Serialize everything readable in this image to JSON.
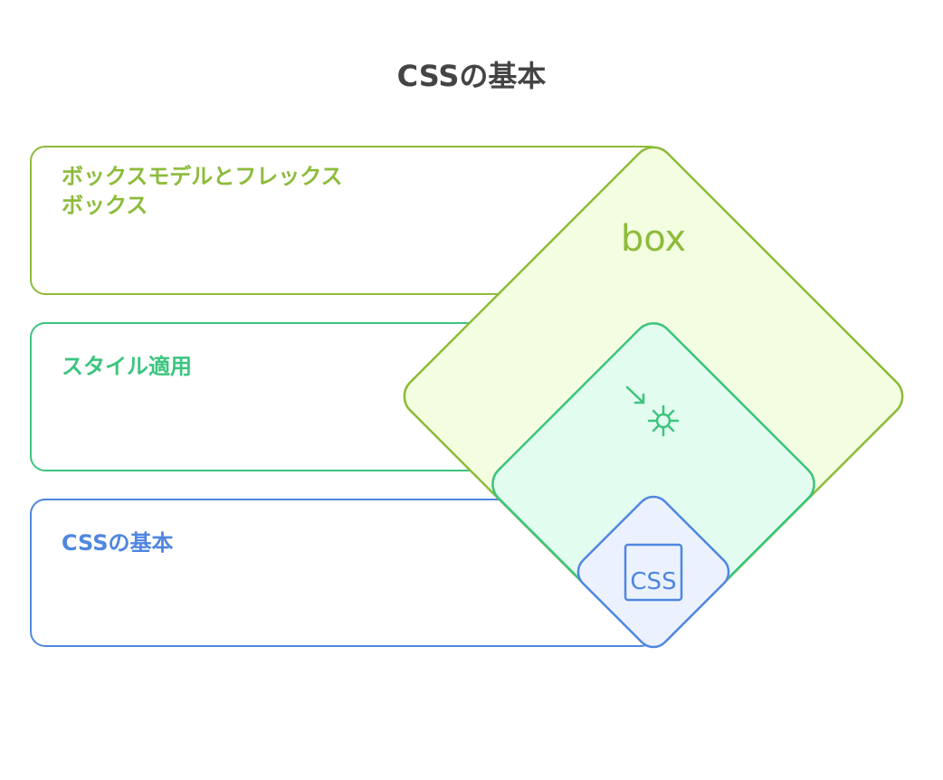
{
  "title": "CSSの基本",
  "layers": [
    {
      "label_lines": [
        "ボックスモデルとフレックス",
        "ボックス"
      ],
      "icon": "box-logo-icon",
      "icon_text": "box",
      "color": "#8dbb3a",
      "fill": "#f3fde0"
    },
    {
      "label_lines": [
        "スタイル適用"
      ],
      "icon": "arrow-asterisk-icon",
      "color": "#3cc47e",
      "fill": "#e2fcef"
    },
    {
      "label_lines": [
        "CSSの基本"
      ],
      "icon": "css-icon",
      "icon_text": "CSS",
      "color": "#4f86e0",
      "fill": "#ebf2fe"
    }
  ]
}
